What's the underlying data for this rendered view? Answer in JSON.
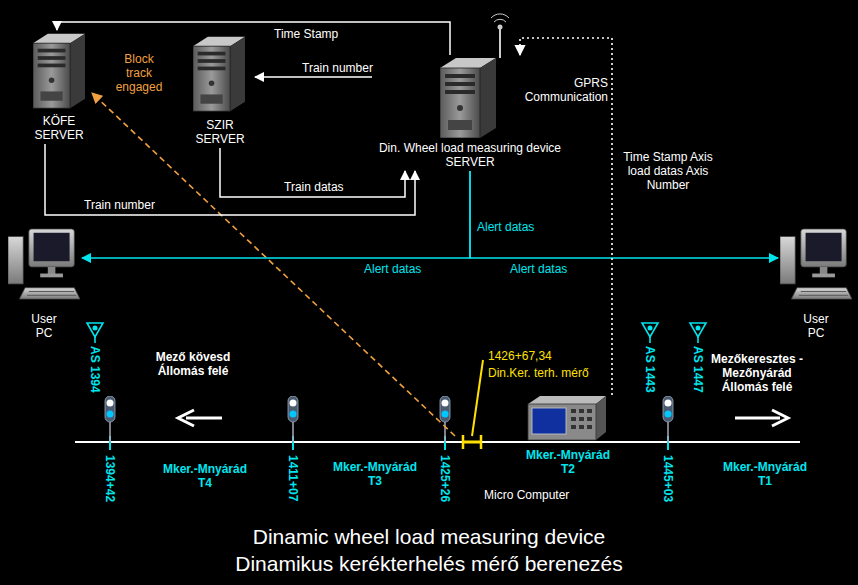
{
  "diagram": {
    "title": "Dinamic wheel load measuring device",
    "caption": "Dinamikus kerékterhelés mérő berenezés",
    "nodes": [
      {
        "text": [
          "KÖFE SERVER"
        ]
      },
      {
        "text": [
          "SZIR SERVER"
        ]
      },
      {
        "text": [
          "Din. Wheel load measuring device SERVER"
        ]
      },
      {
        "text": [
          "User PC"
        ]
      },
      {
        "text": [
          "User PC"
        ]
      },
      {
        "text": [
          "Micro Computer"
        ]
      }
    ],
    "edges": [
      {
        "from": 2,
        "to": 0,
        "arrow": "to",
        "label": "Time Stamp"
      },
      {
        "from": 2,
        "to": 1,
        "arrow": "to",
        "label": "Train number"
      },
      {
        "from": 0,
        "to": 2,
        "arrow": "to",
        "label": "Train number"
      },
      {
        "from": 1,
        "to": 2,
        "arrow": "to",
        "label": "Train datas"
      },
      {
        "from": 2,
        "to": 3,
        "arrow": "to",
        "label": "Alert datas"
      },
      {
        "from": 2,
        "to": 4,
        "arrow": "to",
        "label": "Alert datas"
      },
      {
        "from": 5,
        "to": 2,
        "arrow": "to",
        "label": "Time Stamp Axis load datas Axis Number"
      }
    ],
    "labels": [
      "Block track engaged",
      "GPRS Communication",
      "Alert datas",
      "1426+67,34",
      "Din.Ker. terh. mérő",
      "Mező kövesd Állomás felé",
      "Mezőkeresztes - Mezőnyárád Állomás felé",
      "AS 1394",
      "AS 1443",
      "AS 1447",
      "1394+42",
      "1411+07",
      "1425+26",
      "1445+03",
      "Mker.-Mnyárád T4",
      "Mker.-Mnyárád T3",
      "Mker.-Mnyárád T2",
      "Mker.-Mnyárád T1"
    ]
  }
}
